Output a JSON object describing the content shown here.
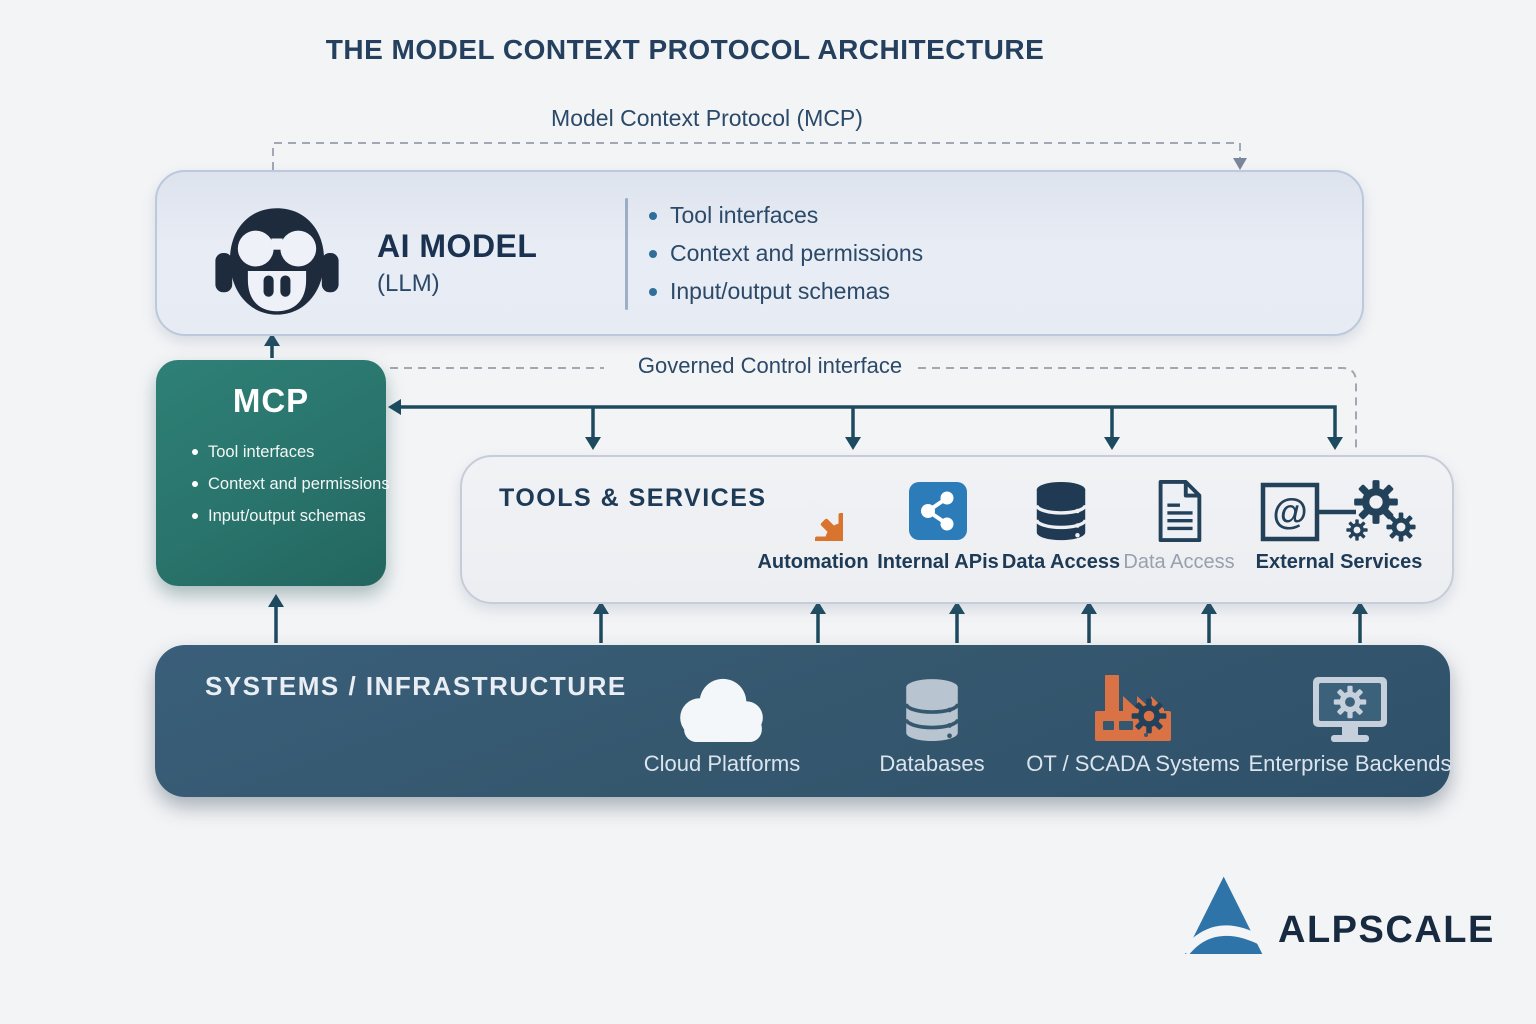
{
  "title": "THE MODEL CONTEXT PROTOCOL ARCHITECTURE",
  "protocol_label": "Model Context Protocol (MCP)",
  "governed_label": "Governed Control interface",
  "ai_model": {
    "title": "AI MODEL",
    "subtitle": "(LLM)",
    "icon": "robot-icon",
    "bullets": [
      "Tool interfaces",
      "Context and permissions",
      "Input/output schemas"
    ]
  },
  "mcp": {
    "title": "MCP",
    "bullets": [
      "Tool interfaces",
      "Context and permissions",
      "Input/output schemas"
    ]
  },
  "tools": {
    "title": "TOOLS & SERVICES",
    "items": [
      {
        "label": "Automation",
        "icon": "gear-icon"
      },
      {
        "label": "Internal APis",
        "icon": "share-nodes-icon"
      },
      {
        "label": "Data Access",
        "icon": "database-icon"
      },
      {
        "label": "Data Access",
        "icon": "document-icon"
      },
      {
        "label": "External Services",
        "icon": "at-gears-icon"
      }
    ]
  },
  "systems": {
    "title": "SYSTEMS / INFRASTRUCTURE",
    "items": [
      {
        "label": "Cloud Platforms",
        "icon": "cloud-icon"
      },
      {
        "label": "Databases",
        "icon": "database-icon"
      },
      {
        "label": "OT / SCADA Systems",
        "icon": "factory-icon"
      },
      {
        "label": "Enterprise Backends",
        "icon": "monitor-gear-icon"
      }
    ]
  },
  "logo": {
    "text": "ALPSCALE",
    "icon": "mountain-logo-icon"
  },
  "colors": {
    "background": "#f3f4f6",
    "navy_text": "#24405e",
    "teal_box": "#29746c",
    "arrow": "#1d4a5f",
    "dashed_line": "#a0a8b6",
    "orange": "#d9742e",
    "api_blue": "#2b7cb8",
    "systems_box": "#35586f",
    "muted_label": "#97a1ae",
    "logo_navy": "#172a40",
    "logo_blue": "#2f74a8"
  }
}
